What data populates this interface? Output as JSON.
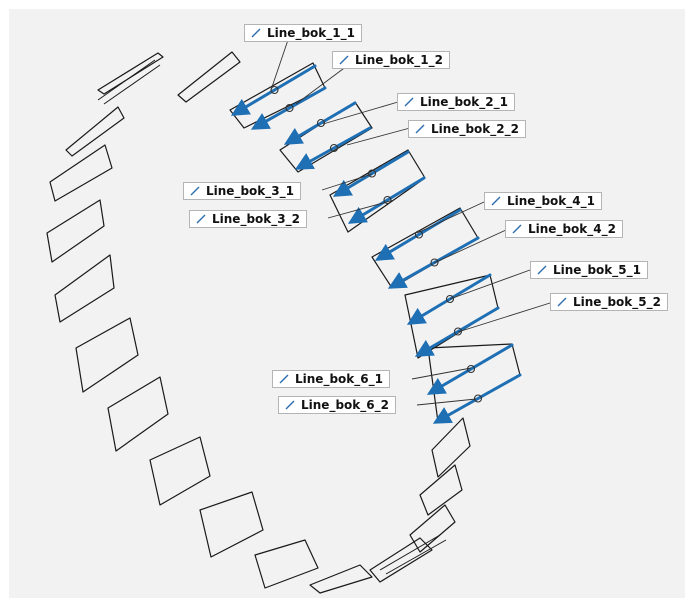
{
  "viewport": {
    "background": "#f2f2f2"
  },
  "colors": {
    "outline": "#1a1a1a",
    "arrow": "#1e6fb4",
    "leader": "#333333"
  },
  "labels": [
    {
      "id": "bok_1_1",
      "text": "Line_bok_1_1",
      "icon": "line-icon"
    },
    {
      "id": "bok_1_2",
      "text": "Line_bok_1_2",
      "icon": "line-icon"
    },
    {
      "id": "bok_2_1",
      "text": "Line_bok_2_1",
      "icon": "line-icon"
    },
    {
      "id": "bok_2_2",
      "text": "Line_bok_2_2",
      "icon": "line-icon"
    },
    {
      "id": "bok_3_1",
      "text": "Line_bok_3_1",
      "icon": "line-icon"
    },
    {
      "id": "bok_3_2",
      "text": "Line_bok_3_2",
      "icon": "line-icon"
    },
    {
      "id": "bok_4_1",
      "text": "Line_bok_4_1",
      "icon": "line-icon"
    },
    {
      "id": "bok_4_2",
      "text": "Line_bok_4_2",
      "icon": "line-icon"
    },
    {
      "id": "bok_5_1",
      "text": "Line_bok_5_1",
      "icon": "line-icon"
    },
    {
      "id": "bok_5_2",
      "text": "Line_bok_5_2",
      "icon": "line-icon"
    },
    {
      "id": "bok_6_1",
      "text": "Line_bok_6_1",
      "icon": "line-icon"
    },
    {
      "id": "bok_6_2",
      "text": "Line_bok_6_2",
      "icon": "line-icon"
    }
  ]
}
